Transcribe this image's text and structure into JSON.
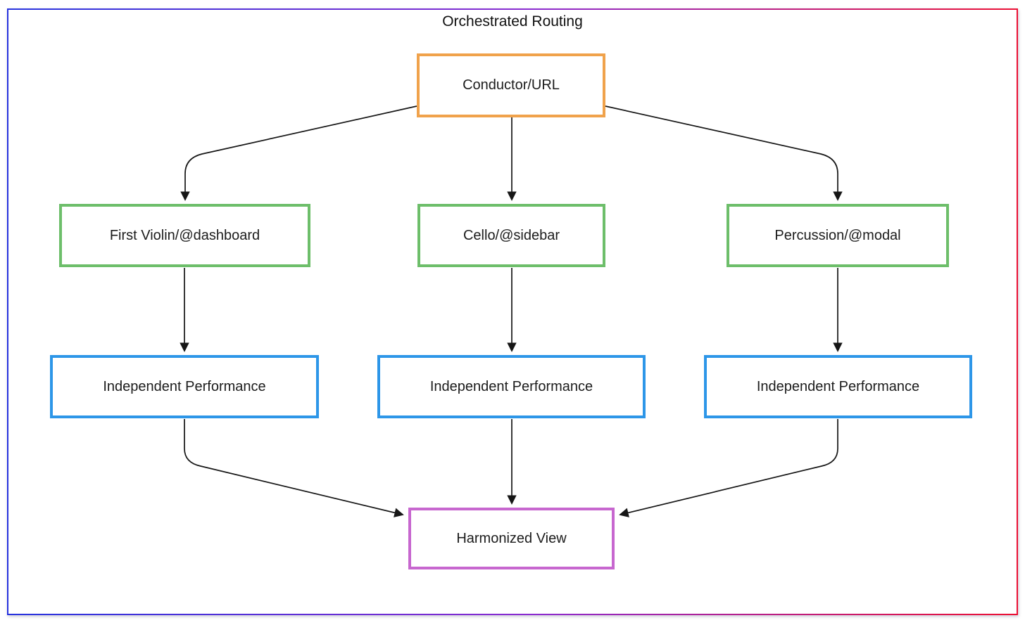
{
  "diagram": {
    "title": "Orchestrated Routing",
    "nodes": [
      {
        "id": "conductor",
        "label": "Conductor/URL",
        "color_key": "orange"
      },
      {
        "id": "violin",
        "label": "First Violin/@dashboard",
        "color_key": "green"
      },
      {
        "id": "cello",
        "label": "Cello/@sidebar",
        "color_key": "green"
      },
      {
        "id": "percussion",
        "label": "Percussion/@modal",
        "color_key": "green"
      },
      {
        "id": "perf-left",
        "label": "Independent Performance",
        "color_key": "blue"
      },
      {
        "id": "perf-center",
        "label": "Independent Performance",
        "color_key": "blue"
      },
      {
        "id": "perf-right",
        "label": "Independent Performance",
        "color_key": "blue"
      },
      {
        "id": "harmonized",
        "label": "Harmonized View",
        "color_key": "purple"
      }
    ],
    "edges": [
      {
        "from": "conductor",
        "to": "violin"
      },
      {
        "from": "conductor",
        "to": "cello"
      },
      {
        "from": "conductor",
        "to": "percussion"
      },
      {
        "from": "violin",
        "to": "perf-left"
      },
      {
        "from": "cello",
        "to": "perf-center"
      },
      {
        "from": "percussion",
        "to": "perf-right"
      },
      {
        "from": "perf-left",
        "to": "harmonized"
      },
      {
        "from": "perf-center",
        "to": "harmonized"
      },
      {
        "from": "perf-right",
        "to": "harmonized"
      }
    ]
  },
  "colors": {
    "orange": "#F0A24B",
    "green": "#6DBE6A",
    "blue": "#2D96E8",
    "purple": "#C767CF",
    "arrow": "#161616",
    "frame_left": "#2733DE",
    "frame_mid": "#8B2BD0",
    "frame_right": "#EC1034"
  }
}
